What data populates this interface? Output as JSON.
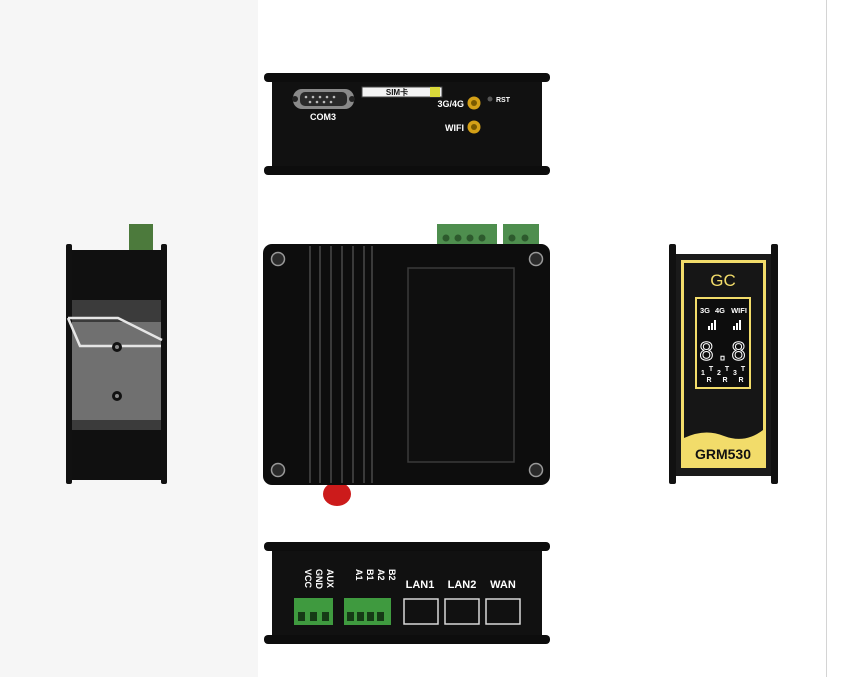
{
  "top_view": {
    "com_port_label": "COM3",
    "sim_label": "SIM卡",
    "antenna_1_label": "3G/4G",
    "antenna_2_label": "WIFI",
    "reset_label": "RST"
  },
  "front_panel": {
    "brand_logo": "GC",
    "network_labels": [
      "3G",
      "4G",
      "WIFI"
    ],
    "digit_display": "8.8",
    "led_labels": [
      "1",
      "T",
      "R",
      "2",
      "T",
      "R",
      "3",
      "T",
      "R"
    ],
    "model": "GRM530"
  },
  "bottom_view": {
    "terminal_1_labels": [
      "AUX",
      "GND",
      "VCC"
    ],
    "terminal_2_labels": [
      "B2",
      "A2",
      "B1",
      "A1"
    ],
    "port_labels": [
      "LAN1",
      "LAN2",
      "WAN"
    ]
  },
  "colors": {
    "case": "#0d0d0d",
    "terminal_green": "#3f9a3f",
    "antenna_gold": "#d4a017",
    "front_panel_yellow": "#f2dc6a",
    "antenna_red": "#cc1b1b"
  }
}
